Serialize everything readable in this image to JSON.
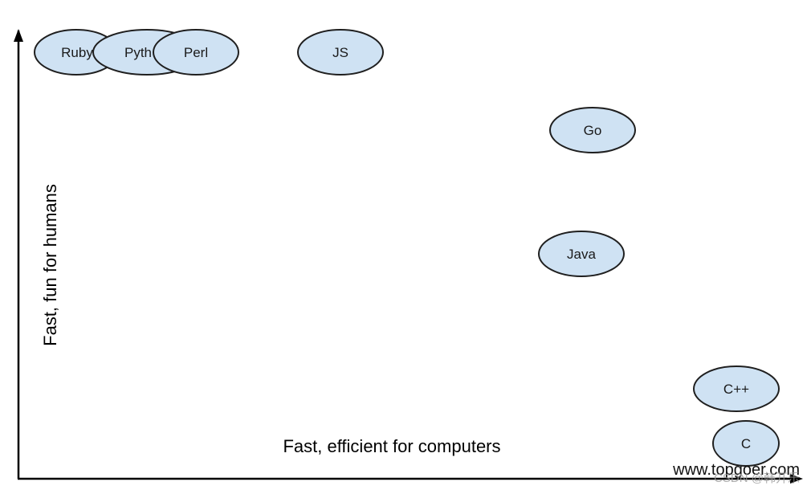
{
  "axes": {
    "x_label": "Fast, efficient for computers",
    "y_label": "Fast, fun for humans"
  },
  "languages": [
    {
      "id": "ruby",
      "label": "Ruby"
    },
    {
      "id": "python",
      "label": "Pyth"
    },
    {
      "id": "perl",
      "label": "Perl"
    },
    {
      "id": "js",
      "label": "JS"
    },
    {
      "id": "go",
      "label": "Go"
    },
    {
      "id": "java",
      "label": "Java"
    },
    {
      "id": "cpp",
      "label": "C++"
    },
    {
      "id": "c",
      "label": "C"
    }
  ],
  "watermark": {
    "site": "www.topgoer.com",
    "overlay": "CSDN @韩开乐"
  },
  "colors": {
    "node_fill": "#cfe2f3",
    "node_stroke": "#1f1f1f",
    "axis": "#000000"
  }
}
